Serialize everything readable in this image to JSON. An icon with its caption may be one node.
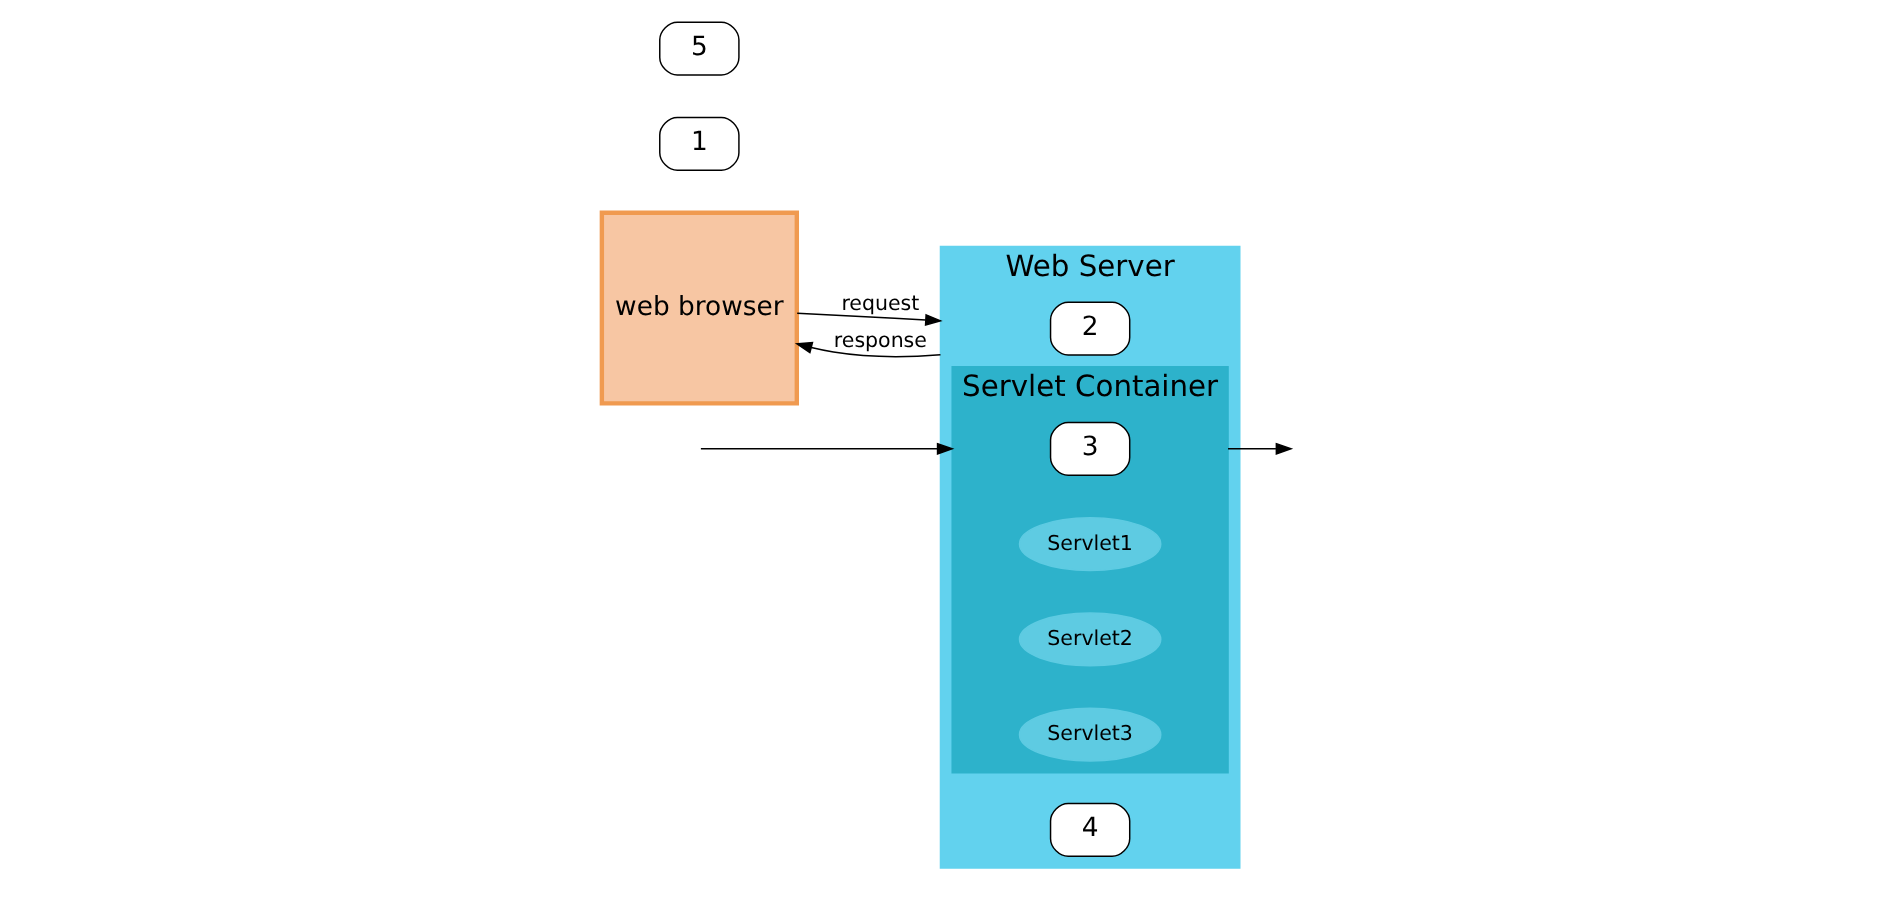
{
  "diagram": {
    "nodes": [
      {
        "text": [
          "web browser"
        ]
      },
      {
        "text": [
          "1"
        ]
      },
      {
        "text": [
          "Web Server"
        ]
      },
      {
        "text": [
          "2"
        ],
        "in": 2
      },
      {
        "text": [
          "4"
        ],
        "in": 2
      },
      {
        "text": [
          "Servlet Container"
        ],
        "in": 2
      },
      {
        "text": [
          "3"
        ],
        "in": 5
      },
      {
        "text": [
          "Servlet1"
        ],
        "in": 5
      },
      {
        "text": [
          "Servlet2"
        ],
        "in": 5
      },
      {
        "text": [
          "Servlet3"
        ],
        "in": 5
      },
      {
        "text": [
          "5"
        ]
      }
    ],
    "edges": [
      {
        "from": 0,
        "to": 2,
        "arrow": "to",
        "label": "request"
      },
      {
        "from": null,
        "to": 5,
        "arrow": "to"
      },
      {
        "from": 5,
        "to": null,
        "arrow": "to"
      },
      {
        "from": 2,
        "to": 0,
        "arrow": "to",
        "label": "response"
      }
    ]
  }
}
